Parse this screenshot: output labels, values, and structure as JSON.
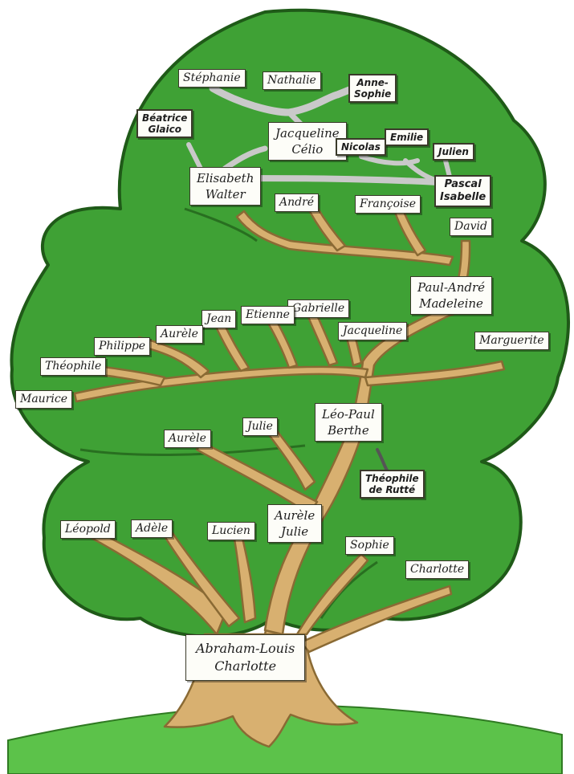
{
  "colors": {
    "foliage": "#3fa135",
    "foliage_edge": "#1f5a18",
    "trunk": "#d8b070",
    "trunk_edge": "#8a6a34",
    "grass": "#5cc24a",
    "connector": "#c9c9c9",
    "label_bg": "#fdfdf8"
  },
  "people": {
    "stephanie": "Stéphanie",
    "nathalie": "Nathalie",
    "anne_sophie": [
      "Anne-",
      "Sophie"
    ],
    "beatrice_glaico": [
      "Béatrice",
      "Glaico"
    ],
    "jacqueline_celio": [
      "Jacqueline",
      "Célio"
    ],
    "nicolas": "Nicolas",
    "emilie": "Emilie",
    "julien": "Julien",
    "elisabeth_walter": [
      "Elisabeth",
      "Walter"
    ],
    "pascal_isabelle": [
      "Pascal",
      "Isabelle"
    ],
    "andre": "André",
    "francoise": "Françoise",
    "david": "David",
    "paul_andre_madeleine": [
      "Paul-André",
      "Madeleine"
    ],
    "gabrielle": "Gabrielle",
    "etienne": "Etienne",
    "jean": "Jean",
    "aurele_upper": "Aurèle",
    "philippe": "Philippe",
    "theophile_upper": "Théophile",
    "jacqueline": "Jacqueline",
    "marguerite": "Marguerite",
    "maurice": "Maurice",
    "leo_paul_berthe": [
      "Léo-Paul",
      "Berthe"
    ],
    "julie": "Julie",
    "aurele_middle": "Aurèle",
    "theophile_de_rutte": [
      "Théophile",
      "de Rutté"
    ],
    "leopold": "Léopold",
    "adele": "Adèle",
    "lucien": "Lucien",
    "aurele_julie": [
      "Aurèle",
      "Julie"
    ],
    "sophie": "Sophie",
    "charlotte": "Charlotte",
    "abraham_louis_charlotte": [
      "Abraham-Louis",
      "Charlotte"
    ]
  }
}
